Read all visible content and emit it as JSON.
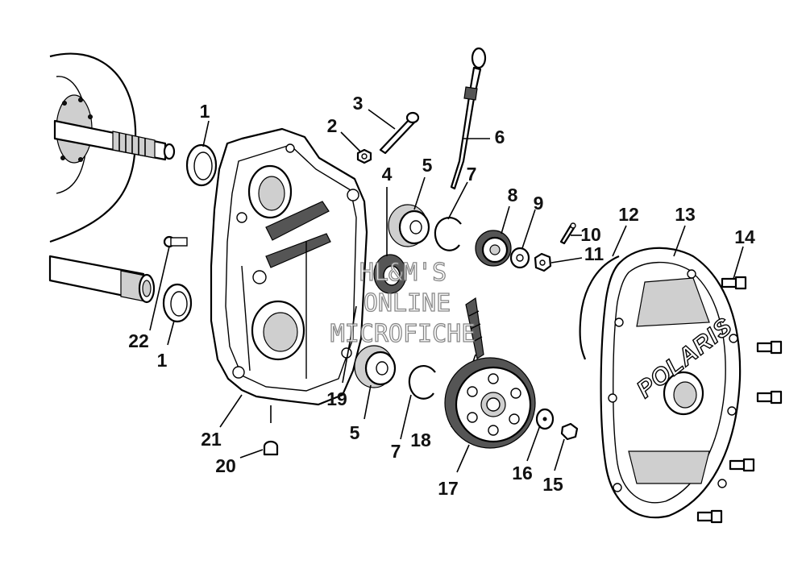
{
  "diagram": {
    "callouts": [
      {
        "id": "c1a",
        "text": "1"
      },
      {
        "id": "c1b",
        "text": "1"
      },
      {
        "id": "c2",
        "text": "2"
      },
      {
        "id": "c3",
        "text": "3"
      },
      {
        "id": "c4",
        "text": "4"
      },
      {
        "id": "c5a",
        "text": "5"
      },
      {
        "id": "c5b",
        "text": "5"
      },
      {
        "id": "c6",
        "text": "6"
      },
      {
        "id": "c7a",
        "text": "7"
      },
      {
        "id": "c7b",
        "text": "7"
      },
      {
        "id": "c8",
        "text": "8"
      },
      {
        "id": "c9",
        "text": "9"
      },
      {
        "id": "c10",
        "text": "10"
      },
      {
        "id": "c11",
        "text": "11"
      },
      {
        "id": "c12",
        "text": "12"
      },
      {
        "id": "c13",
        "text": "13"
      },
      {
        "id": "c14",
        "text": "14"
      },
      {
        "id": "c15",
        "text": "15"
      },
      {
        "id": "c16",
        "text": "16"
      },
      {
        "id": "c17",
        "text": "17"
      },
      {
        "id": "c18",
        "text": "18"
      },
      {
        "id": "c19",
        "text": "19"
      },
      {
        "id": "c20",
        "text": "20"
      },
      {
        "id": "c21",
        "text": "21"
      },
      {
        "id": "c22",
        "text": "22"
      }
    ],
    "cover_brand": "POLARIS",
    "watermark": [
      "HL&M'S",
      "ONLINE",
      "MICROFICHE"
    ]
  }
}
